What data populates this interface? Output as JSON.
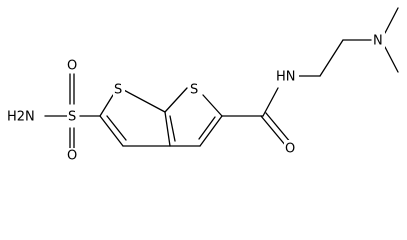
{
  "molecule": {
    "atoms": {
      "nh2": "H2N",
      "sulfonyl_s": "S",
      "sulfonyl_o_top": "O",
      "sulfonyl_o_bottom": "O",
      "ring_s_left": "S",
      "ring_s_right": "S",
      "amide_nh": "HN",
      "amine_n": "N",
      "carbonyl_o": "O"
    }
  }
}
